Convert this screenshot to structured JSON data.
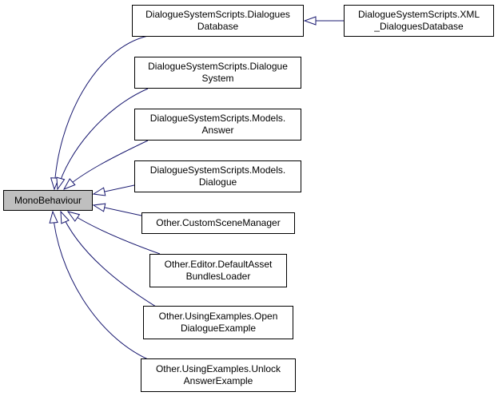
{
  "diagram": {
    "root": {
      "lines": [
        "MonoBehaviour"
      ]
    },
    "children": [
      {
        "lines": [
          "DialogueSystemScripts.Dialogues",
          "Database"
        ]
      },
      {
        "lines": [
          "DialogueSystemScripts.Dialogue",
          "System"
        ]
      },
      {
        "lines": [
          "DialogueSystemScripts.Models.",
          "Answer"
        ]
      },
      {
        "lines": [
          "DialogueSystemScripts.Models.",
          "Dialogue"
        ]
      },
      {
        "lines": [
          "Other.CustomSceneManager"
        ]
      },
      {
        "lines": [
          "Other.Editor.DefaultAsset",
          "BundlesLoader"
        ]
      },
      {
        "lines": [
          "Other.UsingExamples.Open",
          "DialogueExample"
        ]
      },
      {
        "lines": [
          "Other.UsingExamples.Unlock",
          "AnswerExample"
        ]
      }
    ],
    "grandchild": {
      "lines": [
        "DialogueSystemScripts.XML",
        "_DialoguesDatabase"
      ]
    }
  },
  "colors": {
    "edge": "#191970",
    "root_fill": "#bfbfbf",
    "node_border": "#000000"
  }
}
